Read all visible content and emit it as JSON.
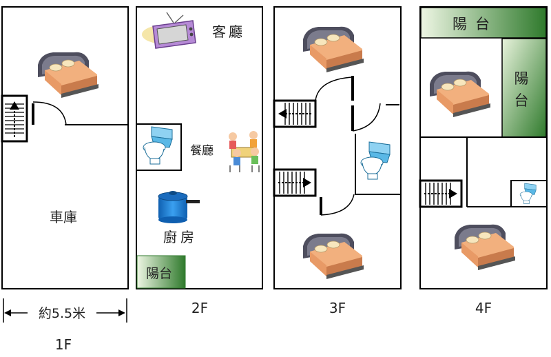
{
  "floors": {
    "f1": {
      "label": "1F",
      "room_garage": "車庫",
      "width_note": "約5.5米"
    },
    "f2": {
      "label": "2F",
      "room_living": "客廳",
      "room_dining": "餐廳",
      "room_kitchen": "廚房",
      "balcony": "陽台"
    },
    "f3": {
      "label": "3F"
    },
    "f4": {
      "label": "4F",
      "balcony_top": "陽台",
      "balcony_side_1": "陽",
      "balcony_side_2": "台"
    }
  },
  "colors": {
    "wall": "#000000",
    "balcony_light": "#eef6e4",
    "balcony_dark": "#2f7a2c",
    "bed_frame": "#5a5a6a",
    "bed_sheet": "#f2b07e",
    "pillow": "#f5e4b8",
    "toilet": "#5ab8e6",
    "pot": "#1f7ed8"
  }
}
